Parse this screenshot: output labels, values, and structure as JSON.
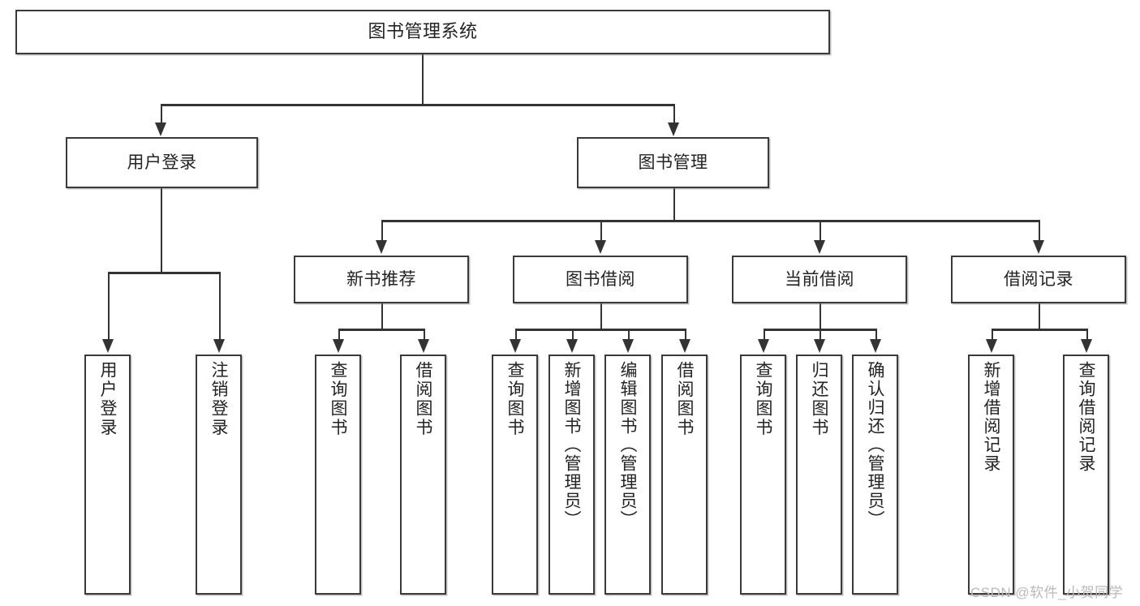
{
  "diagram": {
    "type": "tree",
    "title": "图书管理系统",
    "root": {
      "label": "图书管理系统"
    },
    "level2": [
      {
        "id": "user-login",
        "label": "用户登录"
      },
      {
        "id": "book-manage",
        "label": "图书管理"
      }
    ],
    "level3": [
      {
        "id": "new-book-recommend",
        "label": "新书推荐",
        "parent": "book-manage"
      },
      {
        "id": "book-borrow",
        "label": "图书借阅",
        "parent": "book-manage"
      },
      {
        "id": "current-borrow",
        "label": "当前借阅",
        "parent": "book-manage"
      },
      {
        "id": "borrow-record",
        "label": "借阅记录",
        "parent": "book-manage"
      }
    ],
    "leaves": [
      {
        "id": "leaf-user-login",
        "label": "用户登录",
        "parent": "user-login"
      },
      {
        "id": "leaf-logout",
        "label": "注销登录",
        "parent": "user-login"
      },
      {
        "id": "leaf-query-book-1",
        "label": "查询图书",
        "parent": "new-book-recommend"
      },
      {
        "id": "leaf-borrow-book-1",
        "label": "借阅图书",
        "parent": "new-book-recommend"
      },
      {
        "id": "leaf-query-book-2",
        "label": "查询图书",
        "parent": "book-borrow"
      },
      {
        "id": "leaf-add-book",
        "label": "新增图书（管理员）",
        "parent": "book-borrow"
      },
      {
        "id": "leaf-edit-book",
        "label": "编辑图书（管理员）",
        "parent": "book-borrow"
      },
      {
        "id": "leaf-borrow-book-2",
        "label": "借阅图书",
        "parent": "book-borrow"
      },
      {
        "id": "leaf-query-book-3",
        "label": "查询图书",
        "parent": "current-borrow"
      },
      {
        "id": "leaf-return-book",
        "label": "归还图书",
        "parent": "current-borrow"
      },
      {
        "id": "leaf-confirm-return",
        "label": "确认归还（管理员）",
        "parent": "current-borrow"
      },
      {
        "id": "leaf-add-record",
        "label": "新增借阅记录",
        "parent": "borrow-record"
      },
      {
        "id": "leaf-query-record",
        "label": "查询借阅记录",
        "parent": "borrow-record"
      }
    ]
  },
  "watermark": {
    "text": "CSDN @软件_小贺同学"
  },
  "colors": {
    "stroke": "#333333",
    "box_fill": "#ffffff",
    "text": "#232323",
    "watermark": "#b9b9b9"
  }
}
